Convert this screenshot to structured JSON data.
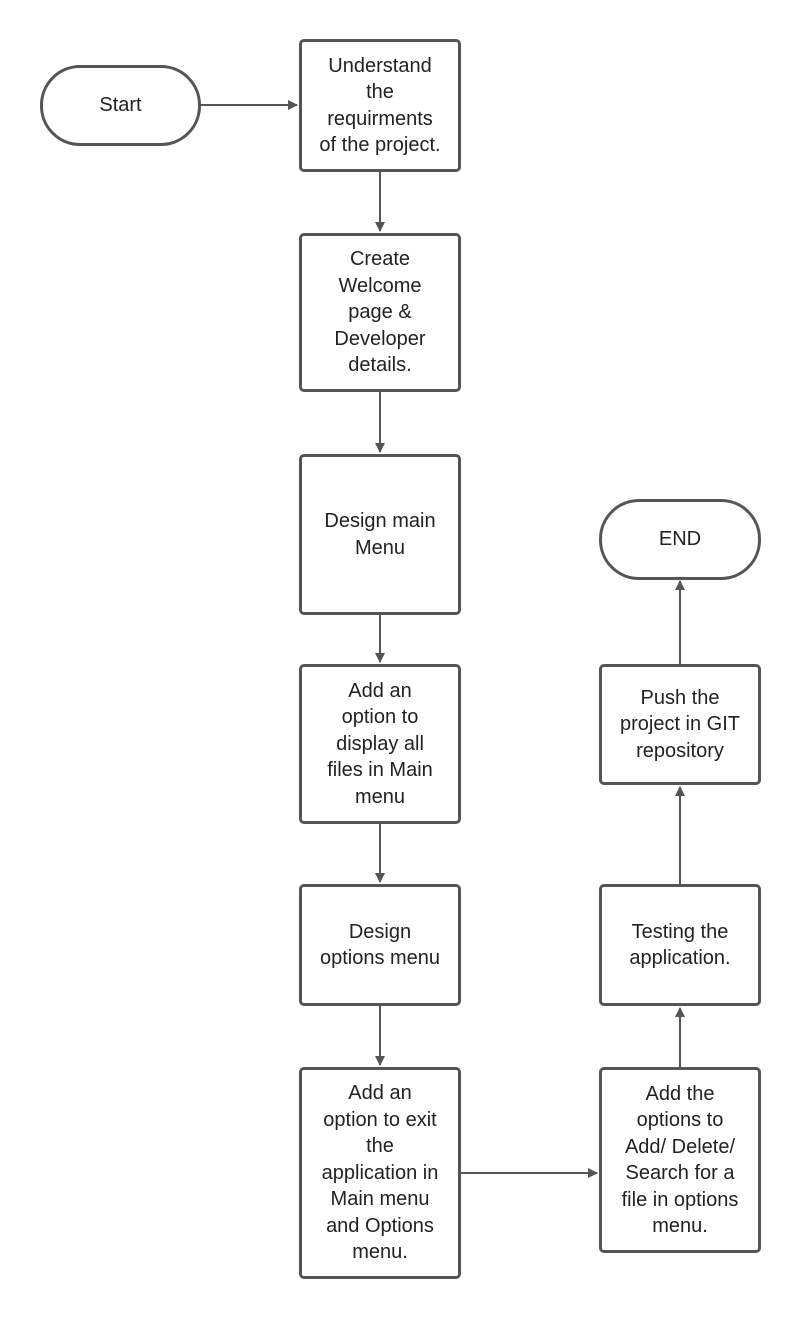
{
  "diagram": {
    "type": "flowchart",
    "stroke_color": "#555555",
    "nodes": [
      {
        "id": "start",
        "shape": "terminator",
        "label": "Start"
      },
      {
        "id": "understand",
        "shape": "process",
        "label": "Understand\nthe\nrequirments\nof the project."
      },
      {
        "id": "welcome",
        "shape": "process",
        "label": "Create\nWelcome\npage &\nDeveloper\ndetails."
      },
      {
        "id": "main_menu",
        "shape": "process",
        "label": "Design main\nMenu"
      },
      {
        "id": "display_files",
        "shape": "process",
        "label": "Add an\noption to\ndisplay all\nfiles in Main\nmenu"
      },
      {
        "id": "options_menu",
        "shape": "process",
        "label": "Design\noptions menu"
      },
      {
        "id": "exit_option",
        "shape": "process",
        "label": "Add an\noption to exit\nthe\napplication in\nMain menu\nand Options\nmenu."
      },
      {
        "id": "add_delete_search",
        "shape": "process",
        "label": "Add the\noptions to\nAdd/ Delete/\nSearch for a\nfile in options\nmenu."
      },
      {
        "id": "testing",
        "shape": "process",
        "label": "Testing the\napplication."
      },
      {
        "id": "push_git",
        "shape": "process",
        "label": "Push the\nproject in GIT\nrepository"
      },
      {
        "id": "end",
        "shape": "terminator",
        "label": "END"
      }
    ],
    "edges": [
      {
        "from": "start",
        "to": "understand"
      },
      {
        "from": "understand",
        "to": "welcome"
      },
      {
        "from": "welcome",
        "to": "main_menu"
      },
      {
        "from": "main_menu",
        "to": "display_files"
      },
      {
        "from": "display_files",
        "to": "options_menu"
      },
      {
        "from": "options_menu",
        "to": "exit_option"
      },
      {
        "from": "exit_option",
        "to": "add_delete_search"
      },
      {
        "from": "add_delete_search",
        "to": "testing"
      },
      {
        "from": "testing",
        "to": "push_git"
      },
      {
        "from": "push_git",
        "to": "end"
      }
    ]
  }
}
